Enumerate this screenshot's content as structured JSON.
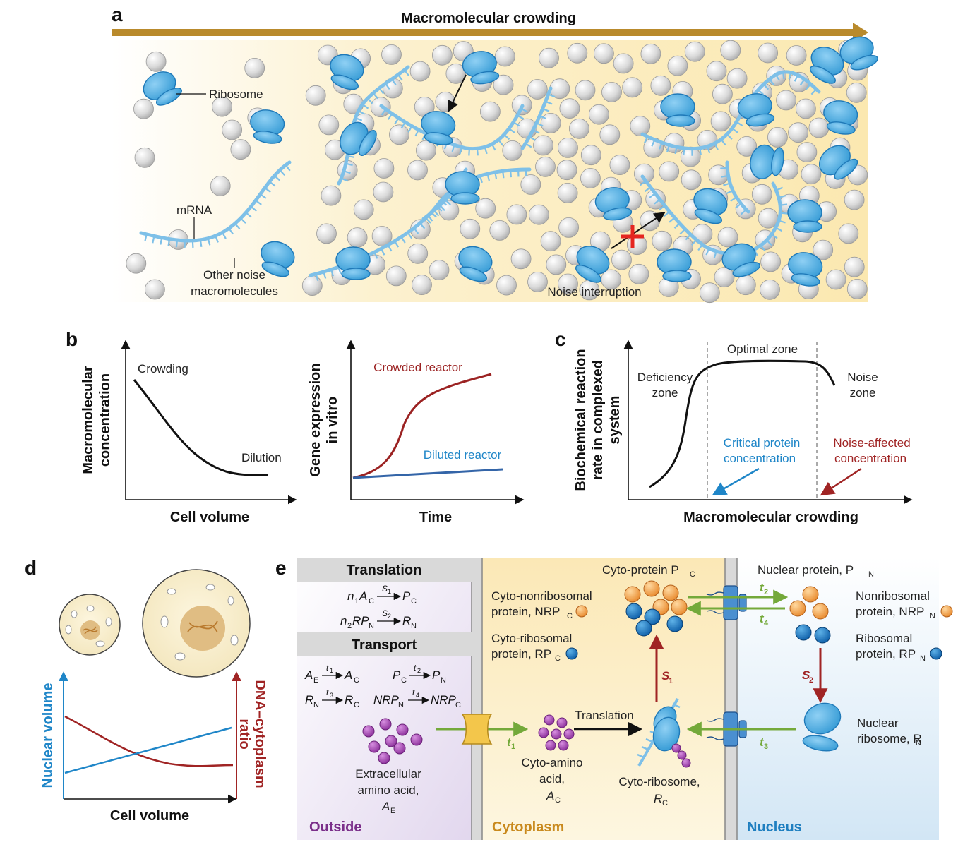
{
  "panel_a": {
    "label": "a",
    "arrow_title": "Macromolecular crowding",
    "ribosome": "Ribosome",
    "mrna": "mRNA",
    "other_noise": [
      "Other noise",
      "macromolecules"
    ],
    "noise_interruption": "Noise interruption"
  },
  "panel_b": {
    "label": "b",
    "left": {
      "ylabel": [
        "Macromolecular",
        "concentration"
      ],
      "xlabel": "Cell volume",
      "start_label": "Crowding",
      "end_label": "Dilution"
    },
    "right": {
      "ylabel": [
        "Gene expression",
        "in vitro"
      ],
      "xlabel": "Time",
      "crowded": "Crowded reactor",
      "diluted": "Diluted reactor"
    }
  },
  "panel_c": {
    "label": "c",
    "ylabel": [
      "Biochemical reaction",
      "rate in complexed",
      "system"
    ],
    "xlabel": "Macromolecular crowding",
    "optimal": "Optimal zone",
    "deficiency": [
      "Deficiency",
      "zone"
    ],
    "noise_zone": [
      "Noise",
      "zone"
    ],
    "critical": [
      "Critical protein",
      "concentration"
    ],
    "noise_affected": [
      "Noise-affected",
      "concentration"
    ]
  },
  "panel_d": {
    "label": "d",
    "ylabel_left": "Nuclear volume",
    "ylabel_right": [
      "DNA–cytoplasm",
      "ratio"
    ],
    "xlabel": "Cell volume"
  },
  "panel_e": {
    "label": "e",
    "translation_header": "Translation",
    "transport_header": "Transport",
    "regions": {
      "outside": "Outside",
      "cytoplasm": "Cytoplasm",
      "nucleus": "Nucleus"
    },
    "labels": {
      "cyto_protein": "Cyto-protein P",
      "cyto_nonribosomal": [
        "Cyto-nonribosomal",
        "protein, NRP"
      ],
      "cyto_ribosomal": [
        "Cyto-ribosomal",
        "protein, RP"
      ],
      "nuclear_protein": "Nuclear protein, P",
      "nonribosomal": [
        "Nonribosomal",
        "protein, NRP"
      ],
      "ribosomal": [
        "Ribosomal",
        "protein, RP"
      ],
      "nuclear_ribosome": [
        "Nuclear",
        "ribosome, R"
      ],
      "extracellular": [
        "Extracellular",
        "amino acid,",
        "A"
      ],
      "cyto_amino": [
        "Cyto-amino",
        "acid,",
        "A"
      ],
      "cyto_ribosome": [
        "Cyto-ribosome,",
        "R"
      ],
      "translation_arrow": "Translation"
    },
    "rates": {
      "t1": "t",
      "t2": "t",
      "t3": "t",
      "t4": "t",
      "s1": "S",
      "s2": "S"
    }
  },
  "colors": {
    "crowding_arrow": "#b98a2c",
    "ribosome": "#2e9ad6",
    "mrna": "#7ec0e8",
    "crowded_curve": "#9b2222",
    "diluted_curve": "#3465a8",
    "critical_blue": "#1f86c8",
    "noise_red": "#a02424",
    "outside_purple": "#7b2f8a",
    "cytoplasm_orange": "#c98a1e",
    "nucleus_blue": "#1f7fc0",
    "transport_green": "#74a93a"
  }
}
